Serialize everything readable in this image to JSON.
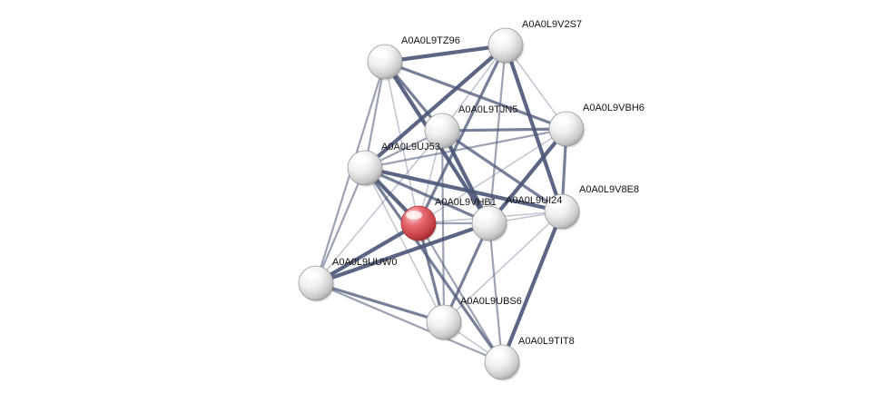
{
  "network": {
    "query_node": "A0A0L9VHB1",
    "nodes": [
      {
        "id": "A0A0L9V2S7",
        "label": "A0A0L9V2S7"
      },
      {
        "id": "A0A0L9TZ96",
        "label": "A0A0L9TZ96"
      },
      {
        "id": "A0A0L9VBH6",
        "label": "A0A0L9VBH6"
      },
      {
        "id": "A0A0L9TJN5",
        "label": "A0A0L9TJN5"
      },
      {
        "id": "A0A0L9UJ53",
        "label": "A0A0L9UJ53"
      },
      {
        "id": "A0A0L9V8E8",
        "label": "A0A0L9V8E8"
      },
      {
        "id": "A0A0L9VHB1",
        "label": "A0A0L9VHB1"
      },
      {
        "id": "A0A0L9UI24",
        "label": "A0A0L9UI24"
      },
      {
        "id": "A0A0L9UUW0",
        "label": "A0A0L9UUW0"
      },
      {
        "id": "A0A0L9UBS6",
        "label": "A0A0L9UBS6"
      },
      {
        "id": "A0A0L9TIT8",
        "label": "A0A0L9TIT8"
      }
    ],
    "edges": [
      [
        "A0A0L9TZ96",
        "A0A0L9V2S7"
      ],
      [
        "A0A0L9TZ96",
        "A0A0L9TJN5"
      ],
      [
        "A0A0L9TZ96",
        "A0A0L9UJ53"
      ],
      [
        "A0A0L9TZ96",
        "A0A0L9VHB1"
      ],
      [
        "A0A0L9TZ96",
        "A0A0L9UI24"
      ],
      [
        "A0A0L9TZ96",
        "A0A0L9VBH6"
      ],
      [
        "A0A0L9TZ96",
        "A0A0L9UUW0"
      ],
      [
        "A0A0L9V2S7",
        "A0A0L9TJN5"
      ],
      [
        "A0A0L9V2S7",
        "A0A0L9UJ53"
      ],
      [
        "A0A0L9V2S7",
        "A0A0L9VHB1"
      ],
      [
        "A0A0L9V2S7",
        "A0A0L9UI24"
      ],
      [
        "A0A0L9V2S7",
        "A0A0L9VBH6"
      ],
      [
        "A0A0L9V2S7",
        "A0A0L9V8E8"
      ],
      [
        "A0A0L9VBH6",
        "A0A0L9TJN5"
      ],
      [
        "A0A0L9VBH6",
        "A0A0L9UJ53"
      ],
      [
        "A0A0L9VBH6",
        "A0A0L9VHB1"
      ],
      [
        "A0A0L9VBH6",
        "A0A0L9UI24"
      ],
      [
        "A0A0L9VBH6",
        "A0A0L9V8E8"
      ],
      [
        "A0A0L9TJN5",
        "A0A0L9UJ53"
      ],
      [
        "A0A0L9TJN5",
        "A0A0L9VHB1"
      ],
      [
        "A0A0L9TJN5",
        "A0A0L9UI24"
      ],
      [
        "A0A0L9TJN5",
        "A0A0L9V8E8"
      ],
      [
        "A0A0L9TJN5",
        "A0A0L9UBS6"
      ],
      [
        "A0A0L9TJN5",
        "A0A0L9UUW0"
      ],
      [
        "A0A0L9UJ53",
        "A0A0L9VHB1"
      ],
      [
        "A0A0L9UJ53",
        "A0A0L9UI24"
      ],
      [
        "A0A0L9UJ53",
        "A0A0L9UUW0"
      ],
      [
        "A0A0L9UJ53",
        "A0A0L9UBS6"
      ],
      [
        "A0A0L9UJ53",
        "A0A0L9V8E8"
      ],
      [
        "A0A0L9UJ53",
        "A0A0L9TIT8"
      ],
      [
        "A0A0L9VHB1",
        "A0A0L9UI24"
      ],
      [
        "A0A0L9VHB1",
        "A0A0L9V8E8"
      ],
      [
        "A0A0L9VHB1",
        "A0A0L9UUW0"
      ],
      [
        "A0A0L9VHB1",
        "A0A0L9UBS6"
      ],
      [
        "A0A0L9VHB1",
        "A0A0L9TIT8"
      ],
      [
        "A0A0L9UI24",
        "A0A0L9V8E8"
      ],
      [
        "A0A0L9UI24",
        "A0A0L9UUW0"
      ],
      [
        "A0A0L9UI24",
        "A0A0L9UBS6"
      ],
      [
        "A0A0L9UI24",
        "A0A0L9TIT8"
      ],
      [
        "A0A0L9V8E8",
        "A0A0L9UBS6"
      ],
      [
        "A0A0L9V8E8",
        "A0A0L9TIT8"
      ],
      [
        "A0A0L9UUW0",
        "A0A0L9UBS6"
      ],
      [
        "A0A0L9UUW0",
        "A0A0L9TIT8"
      ],
      [
        "A0A0L9UBS6",
        "A0A0L9TIT8"
      ]
    ],
    "colors": {
      "query_node": "#d9434a",
      "node": "#e8e8e8",
      "edge": "#4a5577",
      "label": "#111111"
    }
  }
}
